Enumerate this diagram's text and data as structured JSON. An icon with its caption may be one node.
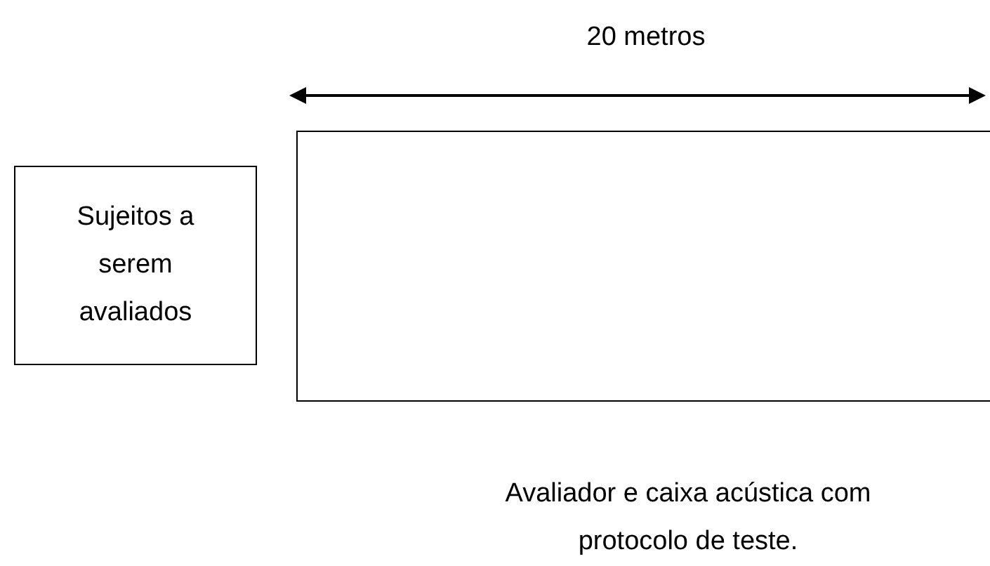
{
  "diagram": {
    "nodes": [
      {
        "text": [
          "Sujeitos a serem avaliados"
        ]
      },
      {
        "text": [],
        "shape": "box"
      }
    ],
    "labels": [
      "20 metros",
      "Avaliador e caixa acústica com protocolo de teste."
    ]
  }
}
